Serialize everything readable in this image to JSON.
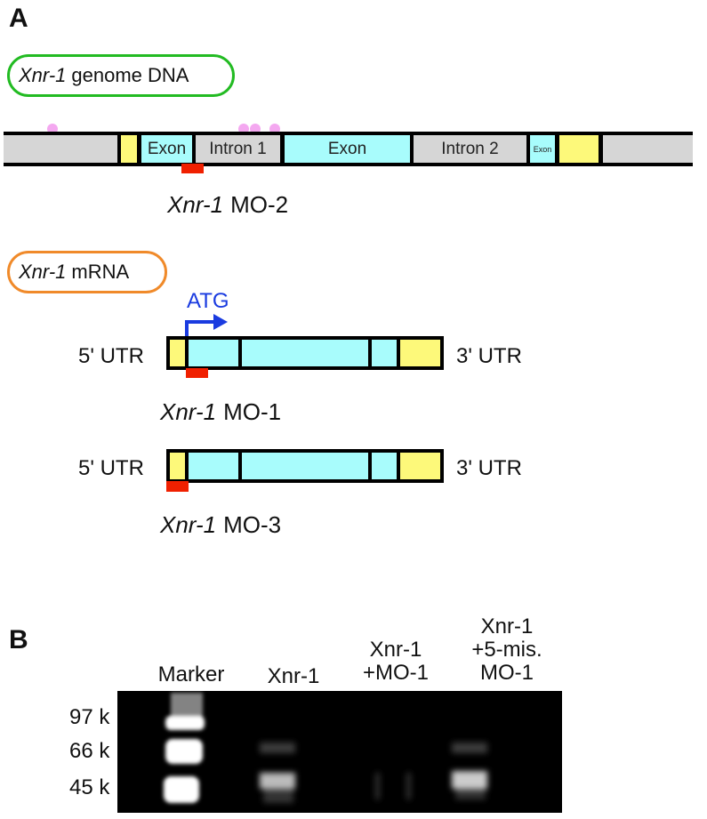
{
  "panel_a": {
    "label": "A",
    "genome_pill": {
      "gene": "Xnr-1",
      "text": "genome DNA",
      "color": "#22bb22"
    },
    "genome_segments": [
      {
        "name": "flank-left",
        "label": "",
        "color": "#d6d6d6"
      },
      {
        "name": "utr-5",
        "label": "",
        "color": "#fdf97a"
      },
      {
        "name": "exon-1",
        "label": "Exon",
        "color": "#a8fcfc"
      },
      {
        "name": "intron-1",
        "label": "Intron 1",
        "color": "#d6d6d6"
      },
      {
        "name": "exon-2",
        "label": "Exon",
        "color": "#a8fcfc"
      },
      {
        "name": "intron-2",
        "label": "Intron 2",
        "color": "#d6d6d6"
      },
      {
        "name": "exon-3",
        "label": "Exon",
        "color": "#a8fcfc"
      },
      {
        "name": "utr-3",
        "label": "",
        "color": "#fdf97a"
      },
      {
        "name": "flank-right",
        "label": "",
        "color": "#d6d6d6"
      }
    ],
    "mo2_label": {
      "gene": "Xnr-1",
      "name": "MO-2"
    },
    "mrna_pill": {
      "gene": "Xnr-1",
      "text": "mRNA",
      "color": "#f08a2a"
    },
    "atg_label": "ATG",
    "utr5": "5' UTR",
    "utr3": "3' UTR",
    "mo1_label": {
      "gene": "Xnr-1",
      "name": "MO-1"
    },
    "mo3_label": {
      "gene": "Xnr-1",
      "name": "MO-3"
    },
    "colors": {
      "mo_red": "#f02000",
      "atg_blue": "#1a3be0"
    }
  },
  "panel_b": {
    "label": "B",
    "lanes": [
      {
        "line1": "",
        "line2": "",
        "line3": "Marker"
      },
      {
        "line1": "",
        "line2": "",
        "line3": "Xnr-1"
      },
      {
        "line1": "",
        "line2": "Xnr-1",
        "line3": "+MO-1"
      },
      {
        "line1": "Xnr-1",
        "line2": "+5-mis.",
        "line3": "MO-1"
      }
    ],
    "markers": [
      "97 k",
      "66 k",
      "45 k"
    ]
  }
}
